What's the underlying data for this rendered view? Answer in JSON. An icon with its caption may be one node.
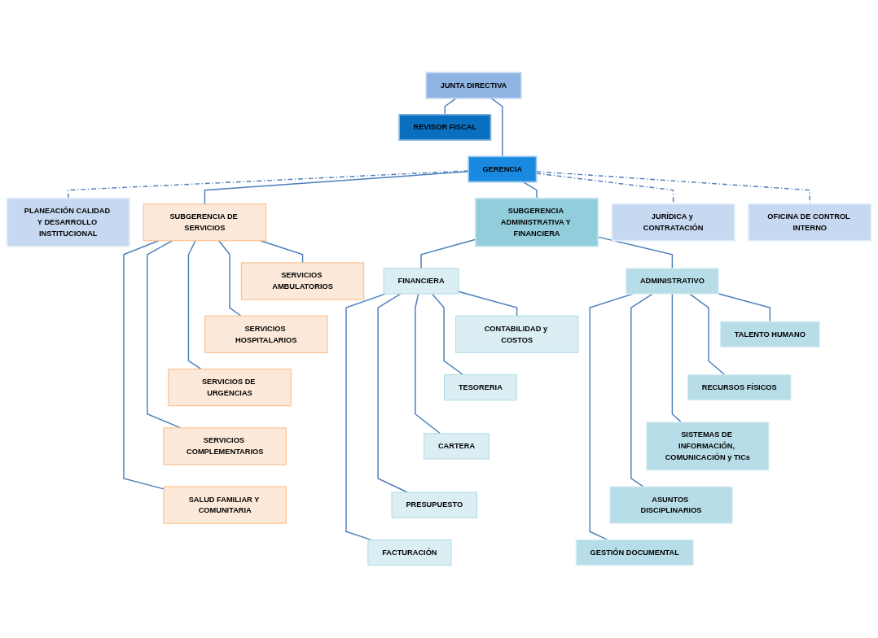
{
  "diagram": {
    "nodes": [
      {
        "text": [
          "JUNTA DIRECTIVA"
        ]
      },
      {
        "text": [
          "REVISOR FISCAL"
        ]
      },
      {
        "text": [
          "JURÍDICA y CONTRATACIÓN"
        ]
      },
      {
        "text": [
          "PLANEACIÓN CALIDAD Y DESARROLLO INSTITUCIONAL"
        ]
      },
      {
        "text": [
          "GERENCIA"
        ]
      },
      {
        "text": [
          "OFICINA DE CONTROL INTERNO"
        ]
      },
      {
        "text": [
          "SUBGERENCIA DE SERVICIOS"
        ]
      },
      {
        "text": [
          "SUBGERENCIA ADMINISTRATIVA Y FINANCIERA"
        ]
      },
      {
        "text": [
          "SERVICIOS AMBULATORIOS"
        ]
      },
      {
        "text": [
          "SERVICIOS HOSPITALARIOS"
        ]
      },
      {
        "text": [
          "SERVICIOS DE URGENCIAS"
        ]
      },
      {
        "text": [
          "SERVICIOS COMPLEMENTARIOS"
        ]
      },
      {
        "text": [
          "SALUD FAMILIAR Y COMUNITARIA"
        ]
      },
      {
        "text": [
          "FINANCIERA"
        ]
      },
      {
        "text": [
          "ADMINISTRATIVO"
        ]
      },
      {
        "text": [
          "CONTABILIDAD y COSTOS"
        ]
      },
      {
        "text": [
          "TESORERIA"
        ]
      },
      {
        "text": [
          "CARTERA"
        ]
      },
      {
        "text": [
          "PRESUPUESTO"
        ]
      },
      {
        "text": [
          "FACTURACIÓN"
        ]
      },
      {
        "text": [
          "TALENTO HUMANO"
        ]
      },
      {
        "text": [
          "RECURSOS FÍSICOS"
        ]
      },
      {
        "text": [
          "SISTEMAS DE INFORMACIÓN, COMUNICACIÓN y TICs"
        ]
      },
      {
        "text": [
          "ASUNTOS DISCIPLINARIOS"
        ]
      },
      {
        "text": [
          "GESTIÓN DOCUMENTAL"
        ]
      }
    ],
    "edges": [
      {
        "from": 0,
        "to": 4,
        "arrow": "none"
      },
      {
        "from": 0,
        "to": 1,
        "arrow": "none"
      },
      {
        "from": 4,
        "to": 3,
        "arrow": "none",
        "style": "dashed"
      },
      {
        "from": 4,
        "to": 2,
        "arrow": "none",
        "style": "dashed"
      },
      {
        "from": 4,
        "to": 5,
        "arrow": "none",
        "style": "dashed"
      },
      {
        "from": 4,
        "to": 6,
        "arrow": "none"
      },
      {
        "from": 4,
        "to": 7,
        "arrow": "none"
      },
      {
        "from": 6,
        "to": 8,
        "arrow": "none"
      },
      {
        "from": 6,
        "to": 9,
        "arrow": "none"
      },
      {
        "from": 6,
        "to": 10,
        "arrow": "none"
      },
      {
        "from": 6,
        "to": 11,
        "arrow": "none"
      },
      {
        "from": 6,
        "to": 12,
        "arrow": "none"
      },
      {
        "from": 7,
        "to": 13,
        "arrow": "none"
      },
      {
        "from": 7,
        "to": 14,
        "arrow": "none"
      },
      {
        "from": 13,
        "to": 15,
        "arrow": "none"
      },
      {
        "from": 13,
        "to": 16,
        "arrow": "none"
      },
      {
        "from": 13,
        "to": 17,
        "arrow": "none"
      },
      {
        "from": 13,
        "to": 18,
        "arrow": "none"
      },
      {
        "from": 13,
        "to": 19,
        "arrow": "none"
      },
      {
        "from": 14,
        "to": 20,
        "arrow": "none"
      },
      {
        "from": 14,
        "to": 21,
        "arrow": "none"
      },
      {
        "from": 14,
        "to": 22,
        "arrow": "none"
      },
      {
        "from": 14,
        "to": 23,
        "arrow": "none"
      },
      {
        "from": 14,
        "to": 24,
        "arrow": "none"
      }
    ]
  }
}
